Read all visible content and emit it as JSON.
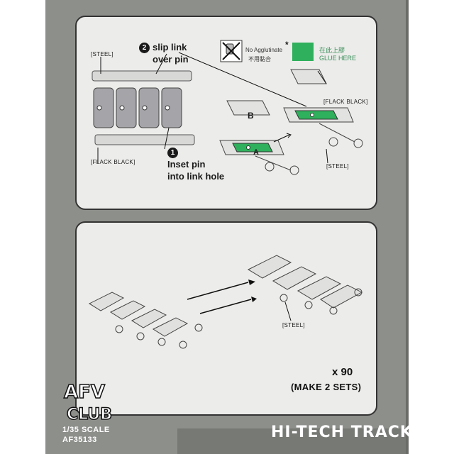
{
  "instructions": {
    "step1_number": "1",
    "step1_line1": "Inset pin",
    "step1_line2": "into link hole",
    "step2_number": "2",
    "step2_line1": "slip link",
    "step2_line2": "over pin",
    "label_steel": "[STEEL]",
    "label_flack_black": "[FLACK BLACK]",
    "no_agglutinate": "No Agglutinate",
    "no_agglutinate_cn": "不用黏合",
    "asterisk": "*",
    "glue_here_cn": "在此上膠",
    "glue_here": "GLUE HERE",
    "part_a": "A",
    "part_b": "B",
    "glue_color": "#2fb05c"
  },
  "assembly": {
    "label_steel": "[STEEL]",
    "quantity": "x 90",
    "sets": "(MAKE 2 SETS)"
  },
  "branding": {
    "logo_top": "AFV",
    "logo_bottom": "CLUB",
    "scale": "1/35  SCALE",
    "code": "AF35133",
    "product": "HI-TECH TRACK"
  }
}
